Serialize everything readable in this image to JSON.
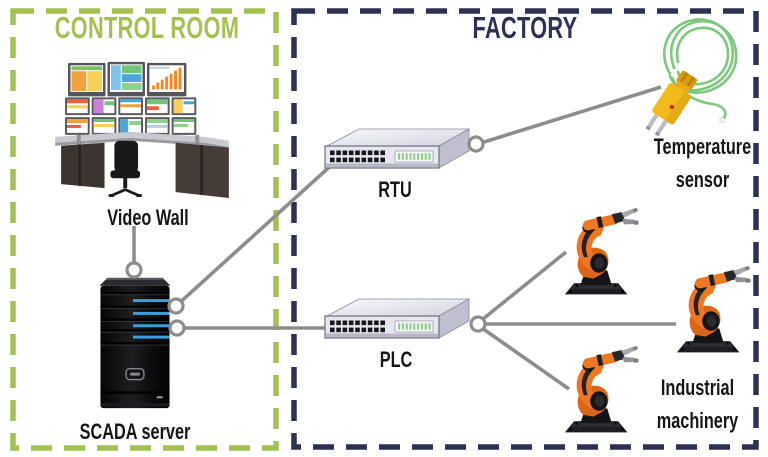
{
  "diagram": {
    "regions": {
      "control_room": {
        "title": "CONTROL ROOM",
        "items": {
          "video_wall": {
            "label": "Video Wall"
          },
          "scada_server": {
            "label": "SCADA server"
          }
        }
      },
      "factory": {
        "title": "FACTORY",
        "items": {
          "rtu": {
            "label": "RTU"
          },
          "plc": {
            "label": "PLC"
          },
          "temperature_sensor": {
            "label": "Temperature sensor"
          },
          "industrial_machinery": {
            "label": "Industrial machinery",
            "robot_count": 3
          }
        }
      }
    },
    "connections": [
      {
        "from": "video_wall",
        "to": "scada_server"
      },
      {
        "from": "scada_server",
        "to": "rtu"
      },
      {
        "from": "scada_server",
        "to": "plc"
      },
      {
        "from": "rtu",
        "to": "temperature_sensor"
      },
      {
        "from": "plc",
        "to": "robot_1"
      },
      {
        "from": "plc",
        "to": "robot_2"
      },
      {
        "from": "plc",
        "to": "robot_3"
      }
    ]
  },
  "colors": {
    "control_room_green": "#a4c052",
    "factory_navy": "#2e3153",
    "line_gray": "#8d8d8d",
    "robot_orange": "#ee7722",
    "sensor_yellow": "#f2bb1c",
    "wire_green": "#7cc87f",
    "led_green": "#8fcf8f",
    "server_blue": "#38a0e0",
    "label_dark": "#161616"
  }
}
